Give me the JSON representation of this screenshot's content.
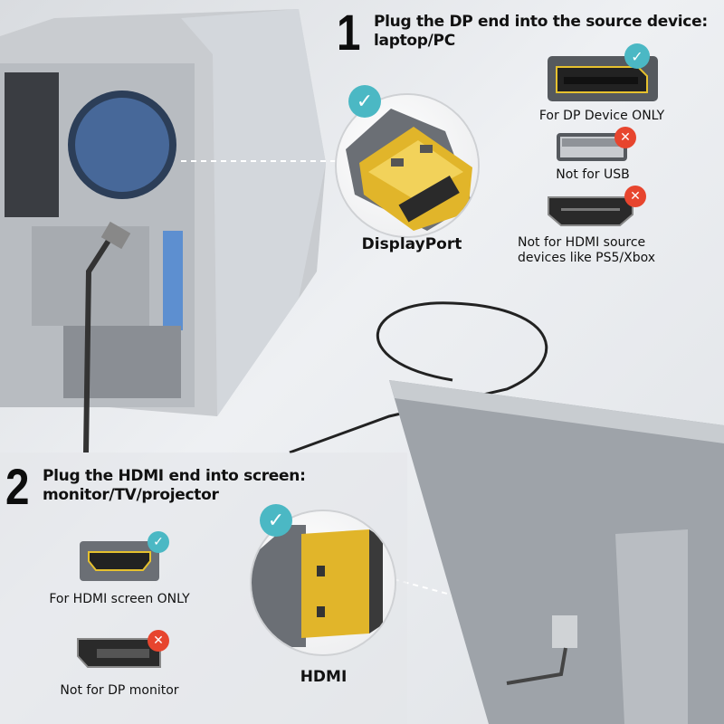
{
  "step1": {
    "number": "1",
    "title_line1": "Plug the DP end into the source device:",
    "title_line2": "laptop/PC",
    "connector_label": "DisplayPort",
    "ports": [
      {
        "label": "For DP Device ONLY",
        "status": "ok"
      },
      {
        "label": "Not for USB",
        "status": "no"
      },
      {
        "label_line1": "Not for HDMI source",
        "label_line2": "devices like PS5/Xbox",
        "status": "no"
      }
    ]
  },
  "step2": {
    "number": "2",
    "title_line1": "Plug the HDMI end into screen:",
    "title_line2": "monitor/TV/projector",
    "connector_label": "HDMI",
    "ports": [
      {
        "label": "For HDMI screen ONLY",
        "status": "ok"
      },
      {
        "label": "Not for DP monitor",
        "status": "no"
      }
    ]
  },
  "icons": {
    "ok": "✓",
    "no": "✕"
  },
  "colors": {
    "ok": "#4bb8c4",
    "no": "#e7452e",
    "gold": "#e6c12e"
  }
}
